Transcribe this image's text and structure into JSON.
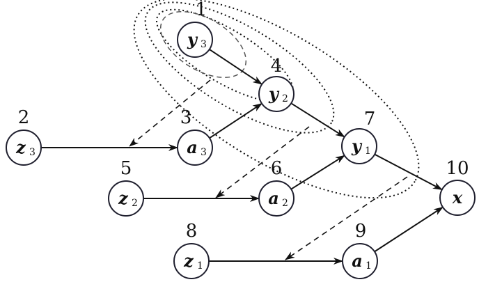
{
  "nodes": [
    {
      "id": "y3",
      "letter": "y",
      "sub": "3",
      "number": "1"
    },
    {
      "id": "z3",
      "letter": "z",
      "sub": "3",
      "number": "2"
    },
    {
      "id": "a3",
      "letter": "a",
      "sub": "3",
      "number": "3"
    },
    {
      "id": "y2",
      "letter": "y",
      "sub": "2",
      "number": "4"
    },
    {
      "id": "z2",
      "letter": "z",
      "sub": "2",
      "number": "5"
    },
    {
      "id": "a2",
      "letter": "a",
      "sub": "2",
      "number": "6"
    },
    {
      "id": "y1",
      "letter": "y",
      "sub": "1",
      "number": "7"
    },
    {
      "id": "z1",
      "letter": "z",
      "sub": "1",
      "number": "8"
    },
    {
      "id": "a1",
      "letter": "a",
      "sub": "1",
      "number": "9"
    },
    {
      "id": "x",
      "letter": "x",
      "sub": "",
      "number": "10"
    }
  ],
  "edges": [
    {
      "from": "z3",
      "to": "a3"
    },
    {
      "from": "a3",
      "to": "y2"
    },
    {
      "from": "y3",
      "to": "y2"
    },
    {
      "from": "y2",
      "to": "y1"
    },
    {
      "from": "z2",
      "to": "a2"
    },
    {
      "from": "a2",
      "to": "y1"
    },
    {
      "from": "y1",
      "to": "x"
    },
    {
      "from": "z1",
      "to": "a1"
    },
    {
      "from": "a1",
      "to": "x"
    }
  ],
  "dashed_links": [
    {
      "from_region": "inner",
      "to_edge": "z3-a3"
    },
    {
      "from_region": "middle",
      "to_edge": "z2-a2"
    },
    {
      "from_region": "outer",
      "to_edge": "z1-a1"
    }
  ]
}
